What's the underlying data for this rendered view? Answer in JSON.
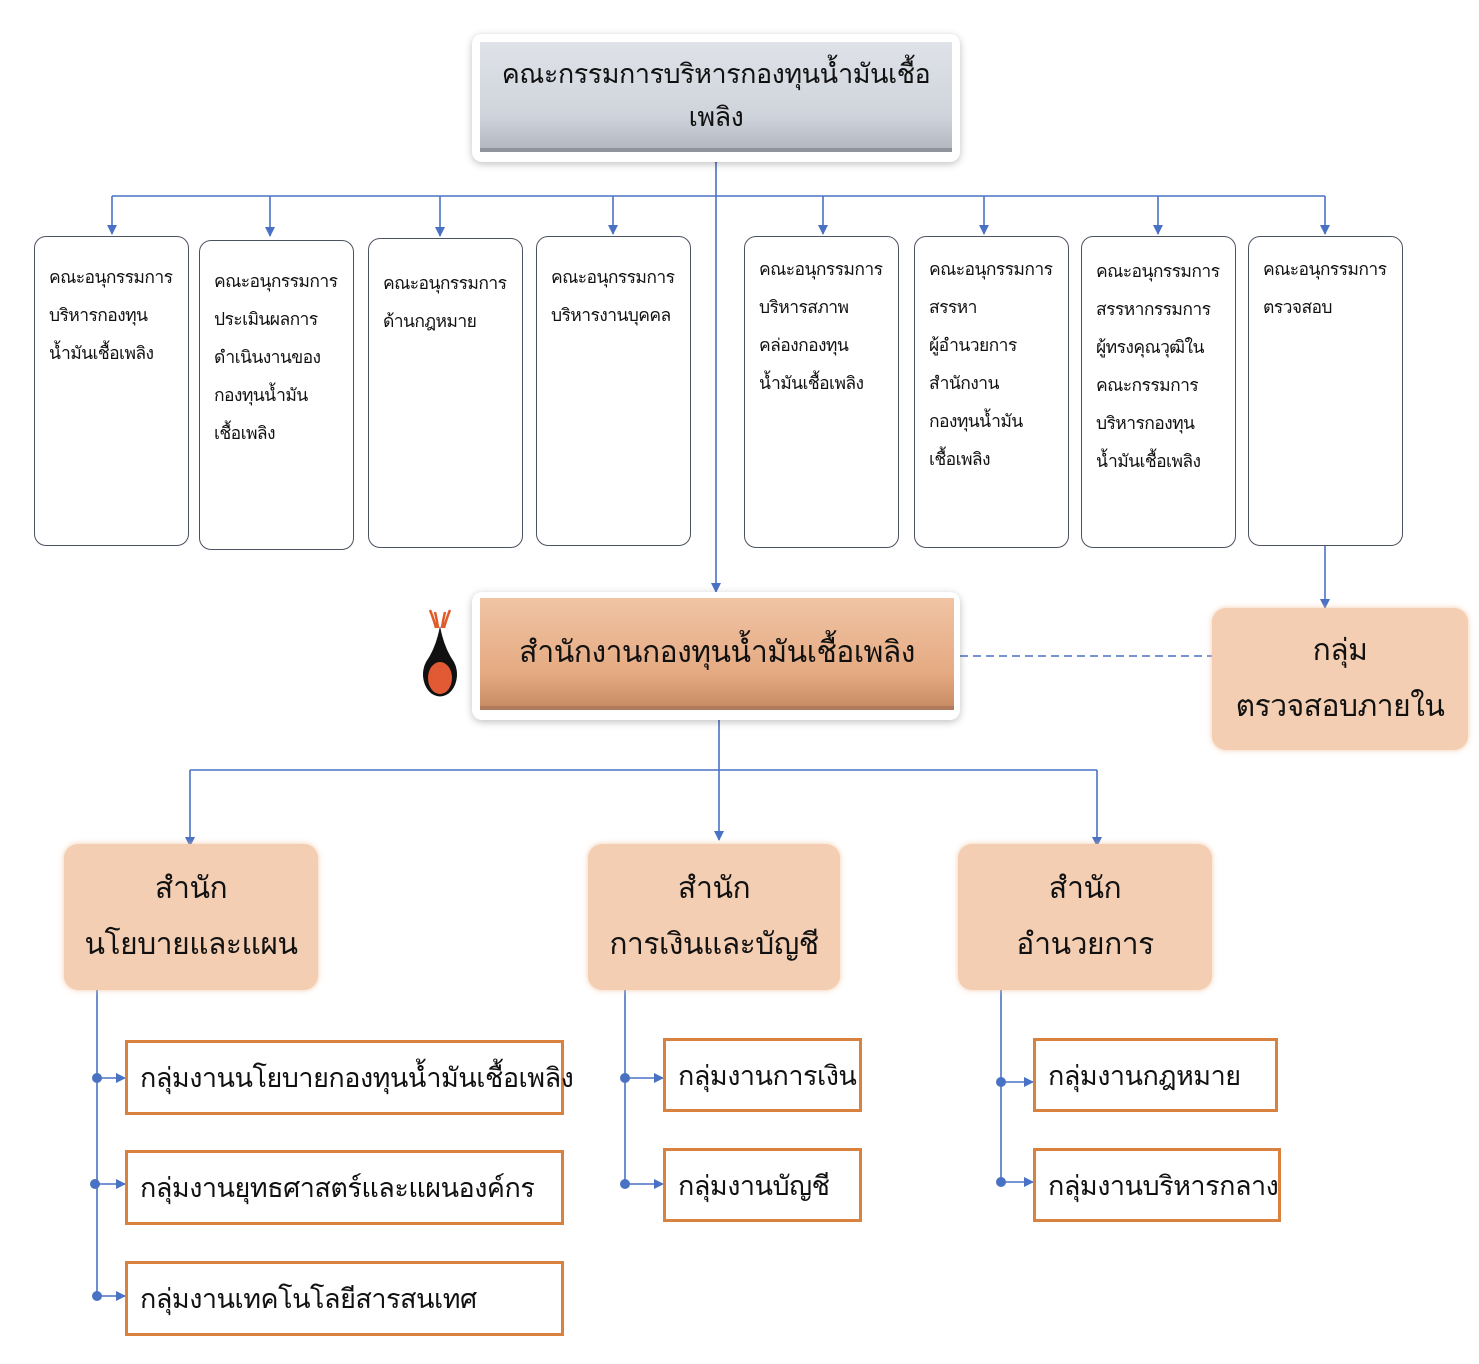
{
  "colors": {
    "connector": "#4a72c4",
    "board_fill": "#cfd3db",
    "office_fill": "#e5aa82",
    "division_fill": "#f3ceb3",
    "group_border": "#d9823f",
    "subcommittee_border": "#4b5360"
  },
  "board": {
    "title": "คณะกรรมการบริหารกองทุนน้ำมันเชื้อเพลิง"
  },
  "subcommittees": [
    {
      "label": "คณะอนุกรรมการ\nบริหารกองทุน\nน้ำมันเชื้อเพลิง"
    },
    {
      "label": "คณะอนุกรรมการ\nประเมินผลการ\nดำเนินงานของ\nกองทุนน้ำมัน\nเชื้อเพลิง"
    },
    {
      "label": "คณะอนุกรรมการ\nด้านกฎหมาย"
    },
    {
      "label": "คณะอนุกรรมการ\nบริหารงานบุคคล"
    },
    {
      "label": "คณะอนุกรรมการ\nบริหารสภาพ\nคล่องกองทุน\nน้ำมันเชื้อเพลิง"
    },
    {
      "label": "คณะอนุกรรมการ\nสรรหา\nผู้อำนวยการ\nสำนักงาน\nกองทุนน้ำมัน\nเชื้อเพลิง"
    },
    {
      "label": "คณะอนุกรรมการ\nสรรหากรรมการ\nผู้ทรงคุณวุฒิใน\nคณะกรรมการ\nบริหารกองทุน\nน้ำมันเชื้อเพลิง"
    },
    {
      "label": "คณะอนุกรรมการ\nตรวจสอบ"
    }
  ],
  "office": {
    "title": "สำนักงานกองทุนน้ำมันเชื้อเพลิง",
    "logo_icon": "oil-drop-flame-logo"
  },
  "internal_audit": {
    "line1": "กลุ่ม",
    "line2": "ตรวจสอบภายใน"
  },
  "divisions": [
    {
      "line1": "สำนัก",
      "line2": "นโยบายและแผน",
      "groups": [
        "กลุ่มงานนโยบายกองทุนน้ำมันเชื้อเพลิง",
        "กลุ่มงานยุทธศาสตร์และแผนองค์กร",
        "กลุ่มงานเทคโนโลยีสารสนเทศ"
      ]
    },
    {
      "line1": "สำนัก",
      "line2": "การเงินและบัญชี",
      "groups": [
        "กลุ่มงานการเงิน",
        "กลุ่มงานบัญชี"
      ]
    },
    {
      "line1": "สำนัก",
      "line2": "อำนวยการ",
      "groups": [
        "กลุ่มงานกฎหมาย",
        "กลุ่มงานบริหารกลาง"
      ]
    }
  ]
}
